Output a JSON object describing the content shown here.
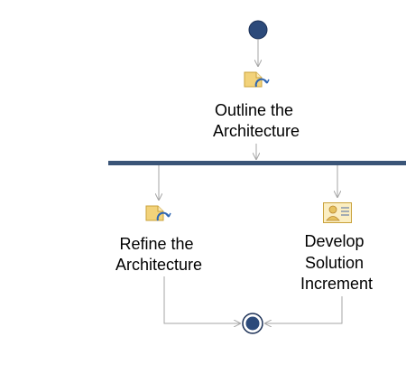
{
  "diagram": {
    "activities": [
      {
        "id": "outline",
        "label_lines": [
          "Outline the",
          "Architecture"
        ],
        "icon": "task-loop-icon"
      },
      {
        "id": "refine",
        "label_lines": [
          "Refine the",
          "Architecture"
        ],
        "icon": "task-loop-icon"
      },
      {
        "id": "develop",
        "label_lines": [
          "Develop",
          "Solution",
          "Increment"
        ],
        "icon": "work-product-person-icon"
      }
    ],
    "colors": {
      "node_fill": "#2c4a7a",
      "node_stroke": "#1a2f55",
      "fork_bar": "#3a5578",
      "arrow": "#a6a6a6",
      "icon_folder": "#f2d27a",
      "icon_folder_stroke": "#c9a13a",
      "icon_loop": "#2f66b3"
    }
  }
}
